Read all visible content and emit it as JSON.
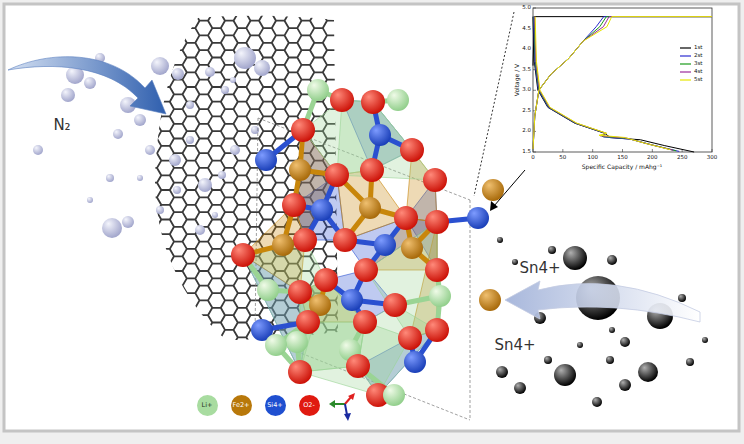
{
  "diagram": {
    "labels": [
      "N₂",
      "Sn4+",
      "Sn4+",
      "Voltage / V",
      "Specific Capacity / mAhg⁻¹",
      "5.0",
      "4.5",
      "4.0",
      "3.5",
      "3.0",
      "2.5",
      "2.0",
      "1.5",
      "0",
      "50",
      "100",
      "150",
      "200",
      "250",
      "300"
    ],
    "legend": [
      {
        "text": "1st"
      },
      {
        "text": "2st"
      },
      {
        "text": "3st"
      },
      {
        "text": "4st"
      },
      {
        "text": "5st"
      },
      {
        "text": "Li+",
        "color": "#a8dca0"
      },
      {
        "text": "Fe2+",
        "color": "#b8780a"
      },
      {
        "text": "Si4+",
        "color": "#1f4fd0"
      },
      {
        "text": "O2-",
        "color": "#e01a10"
      }
    ]
  }
}
